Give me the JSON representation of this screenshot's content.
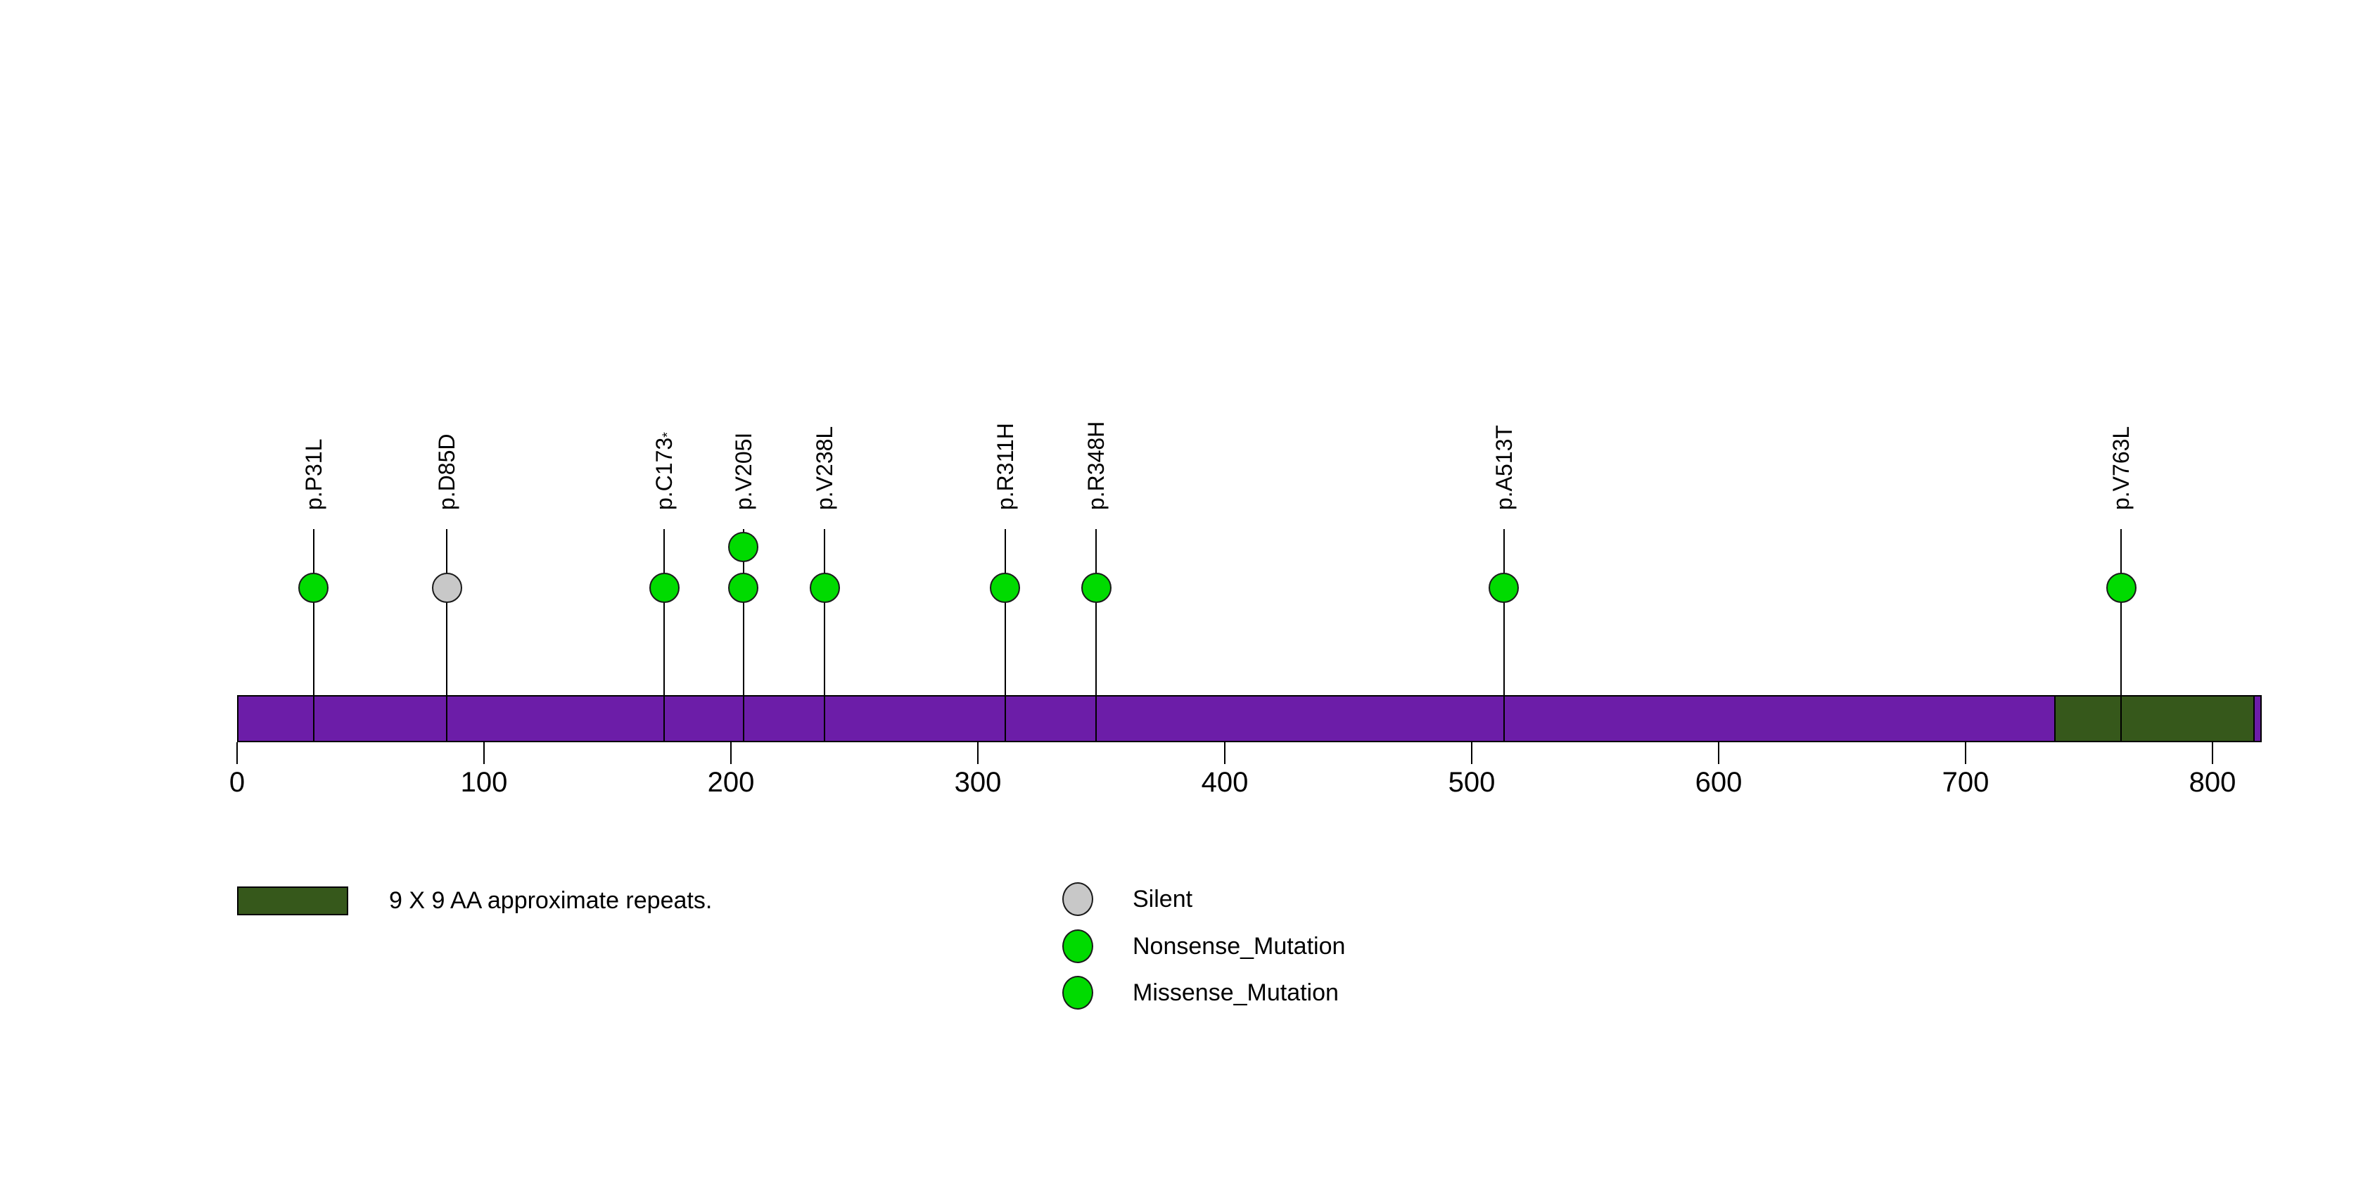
{
  "chart_data": {
    "type": "lollipop",
    "title": "",
    "xlabel": "",
    "axis": {
      "tick_values": [
        0,
        100,
        200,
        300,
        400,
        500,
        600,
        700,
        800
      ],
      "xlim": [
        0,
        820
      ]
    },
    "protein": {
      "start": 0,
      "end": 820,
      "color": "#6C1DA8"
    },
    "domains": [
      {
        "label": "9 X 9 AA approximate repeats.",
        "start": 736,
        "end": 817,
        "color": "#36581B"
      }
    ],
    "mutations": [
      {
        "label": "p.P31L",
        "pos": 31,
        "type": "Missense_Mutation",
        "count": 1
      },
      {
        "label": "p.D85D",
        "pos": 85,
        "type": "Silent",
        "count": 1
      },
      {
        "label": "p.C173*",
        "pos": 173,
        "type": "Nonsense_Mutation",
        "count": 1
      },
      {
        "label": "p.V205I",
        "pos": 205,
        "type": "Missense_Mutation",
        "count": 2
      },
      {
        "label": "p.V238L",
        "pos": 238,
        "type": "Missense_Mutation",
        "count": 1
      },
      {
        "label": "p.R311H",
        "pos": 311,
        "type": "Missense_Mutation",
        "count": 1
      },
      {
        "label": "p.R348H",
        "pos": 348,
        "type": "Missense_Mutation",
        "count": 1
      },
      {
        "label": "p.A513T",
        "pos": 513,
        "type": "Missense_Mutation",
        "count": 1
      },
      {
        "label": "p.V763L",
        "pos": 763,
        "type": "Missense_Mutation",
        "count": 1
      }
    ],
    "mutation_type_colors": {
      "Silent": "#C8C8C8",
      "Nonsense_Mutation": "#00DB00",
      "Missense_Mutation": "#00DB00"
    },
    "legend_domain": {
      "label": "9 X 9 AA approximate repeats.",
      "color": "#36581B"
    },
    "legend_mutations": [
      {
        "label": "Silent",
        "color": "#C8C8C8"
      },
      {
        "label": "Nonsense_Mutation",
        "color": "#00DB00"
      },
      {
        "label": "Missense_Mutation",
        "color": "#00DB00"
      }
    ]
  }
}
